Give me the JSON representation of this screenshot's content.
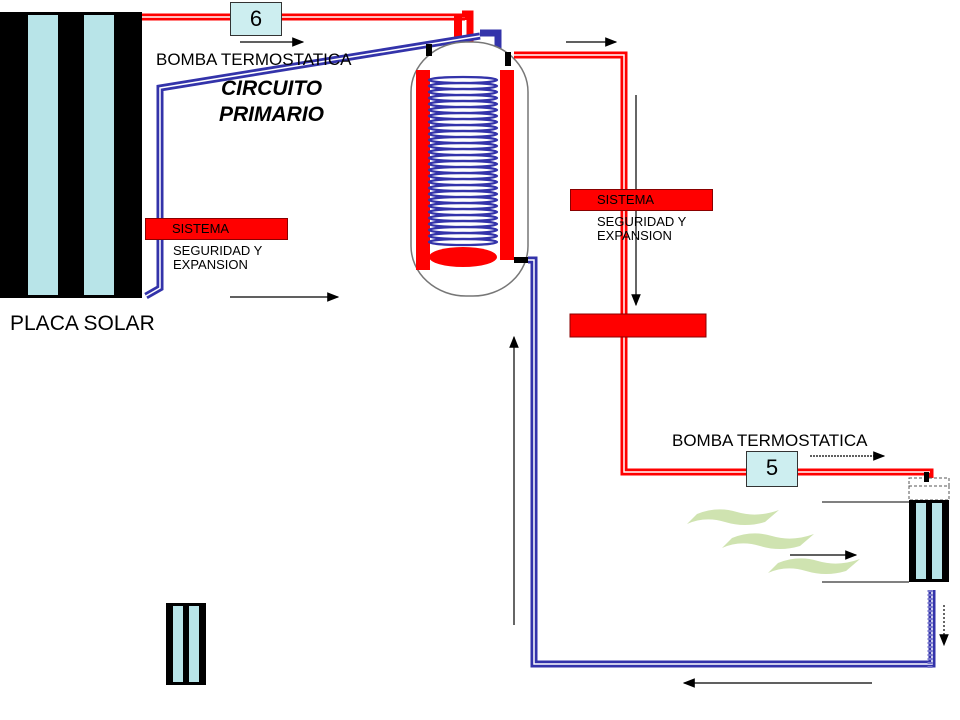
{
  "labels": {
    "placa_solar": "PLACA SOLAR",
    "bomba_top": "BOMBA TERMOSTATICA",
    "bomba_bottom": "BOMBA TERMOSTATICA",
    "circuito_line1": "CIRCUITO",
    "circuito_line2": "PRIMARIO",
    "sistema_left": "SISTEMA",
    "seguridad_left_1": "SEGURIDAD Y",
    "seguridad_left_2": "EXPANSION",
    "sistema_right": "SISTEMA",
    "seguridad_right_1": "SEGURIDAD Y",
    "seguridad_right_2": "EXPANSION",
    "num_top": "6",
    "num_bottom": "5"
  },
  "colors": {
    "hot": "#ff0000",
    "cold": "#3333aa",
    "panel_black": "#000000",
    "panel_tube": "#b8e4e8",
    "box_fill": "#cdeef0",
    "heat_wave": "#cfe3b0"
  }
}
